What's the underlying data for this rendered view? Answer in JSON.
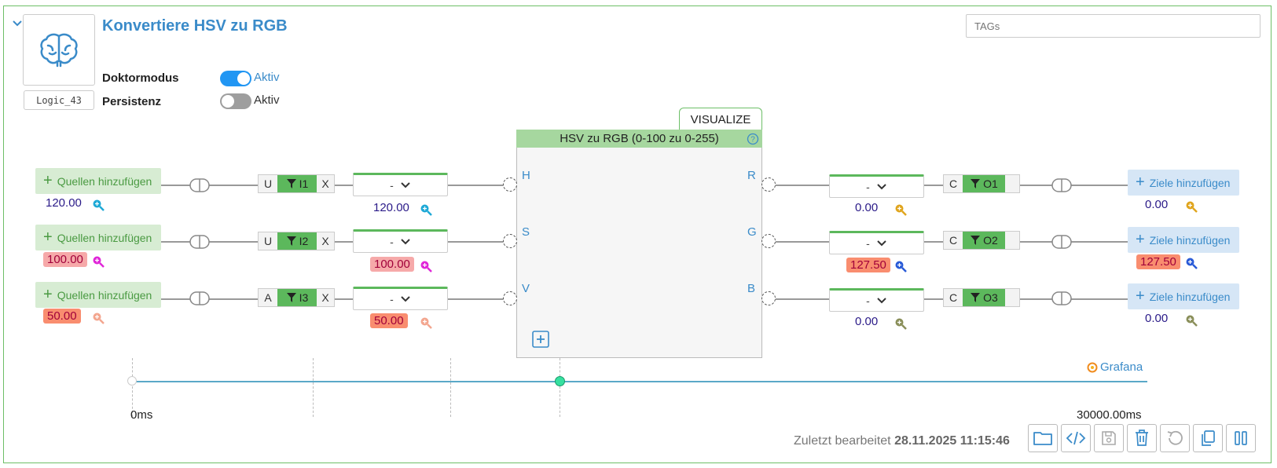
{
  "header": {
    "title": "Konvertiere HSV zu RGB",
    "logic_id": "Logic_43",
    "tags_placeholder": "TAGs"
  },
  "settings": {
    "doktormodus": {
      "label": "Doktormodus",
      "state_label": "Aktiv",
      "enabled": true
    },
    "persistenz": {
      "label": "Persistenz",
      "state_label": "Aktiv",
      "enabled": false
    }
  },
  "inputs": [
    {
      "source_label": "Quellen hinzufügen",
      "source_value": "120.00",
      "mode": "U",
      "filter": "I1",
      "remove": "X",
      "select_value": "-",
      "select_result": "120.00",
      "port": "H"
    },
    {
      "source_label": "Quellen hinzufügen",
      "source_value": "100.00",
      "mode": "U",
      "filter": "I2",
      "remove": "X",
      "select_value": "-",
      "select_result": "100.00",
      "port": "S"
    },
    {
      "source_label": "Quellen hinzufügen",
      "source_value": "50.00",
      "mode": "A",
      "filter": "I3",
      "remove": "X",
      "select_value": "-",
      "select_result": "50.00",
      "port": "V"
    }
  ],
  "outputs": [
    {
      "port": "R",
      "select_value": "-",
      "select_result": "0.00",
      "mode": "C",
      "filter": "O1",
      "target_label": "Ziele hinzufügen",
      "target_value": "0.00"
    },
    {
      "port": "G",
      "select_value": "-",
      "select_result": "127.50",
      "mode": "C",
      "filter": "O2",
      "target_label": "Ziele hinzufügen",
      "target_value": "127.50"
    },
    {
      "port": "B",
      "select_value": "-",
      "select_result": "0.00",
      "mode": "C",
      "filter": "O3",
      "target_label": "Ziele hinzufügen",
      "target_value": "0.00"
    }
  ],
  "node": {
    "title": "HSV zu RGB (0-100 zu 0-255)",
    "visualize_tab": "VISUALIZE"
  },
  "timeline": {
    "start_label": "0ms",
    "end_label": "30000.00ms",
    "grafana_label": "Grafana"
  },
  "footer": {
    "last_edited_label": "Zuletzt bearbeitet",
    "last_edited_value": "28.11.2025 11:15:46"
  },
  "colors": {
    "accent": "#3a8bc9",
    "green": "#5cb85c",
    "border_green": "#6dbf67"
  }
}
